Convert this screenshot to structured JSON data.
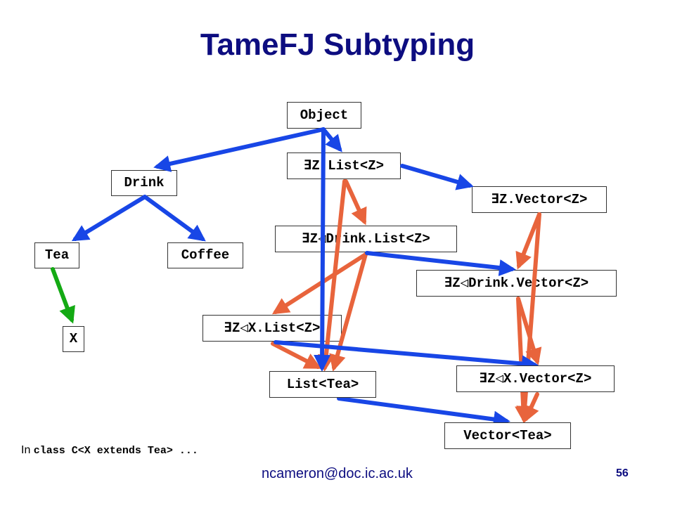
{
  "slide": {
    "title": "TameFJ Subtyping",
    "footnote_prefix": "In ",
    "footnote_code": "class C<X extends Tea> ...",
    "email": "ncameron@doc.ic.ac.uk",
    "page_number": "56"
  },
  "nodes": {
    "object": "Object",
    "drink": "Drink",
    "tea": "Tea",
    "coffee": "Coffee",
    "x": "X",
    "exists_list": "∃Z.List<Z>",
    "exists_vector": "∃Z.Vector<Z>",
    "exists_drink_list": "∃Z◁Drink.List<Z>",
    "exists_drink_vector": "∃Z◁Drink.Vector<Z>",
    "exists_x_list": "∃Z◁X.List<Z>",
    "exists_x_vector": "∃Z◁X.Vector<Z>",
    "list_tea": "List<Tea>",
    "vector_tea": "Vector<Tea>"
  },
  "colors": {
    "title": "#0d0d80",
    "class_edge": "#1846e6",
    "bound_edge": "#14aa14",
    "existential_edge": "#e8643c"
  }
}
